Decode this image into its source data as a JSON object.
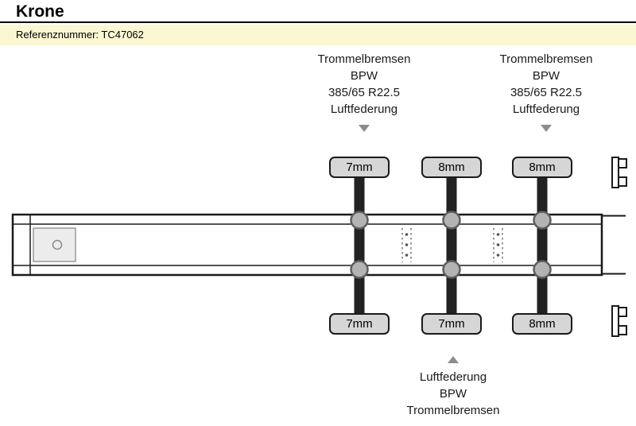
{
  "header": {
    "title": "Krone",
    "reference": "Referenznummer: TC47062"
  },
  "annotations": {
    "group1": [
      "Trommelbremsen",
      "BPW",
      "385/65 R22.5",
      "Luftfederung"
    ],
    "group2": [
      "Trommelbremsen",
      "BPW",
      "385/65 R22.5",
      "Luftfederung"
    ],
    "bottom": [
      "Luftfederung",
      "BPW",
      "Trommelbremsen"
    ]
  },
  "wheels": {
    "top": [
      "7mm",
      "8mm",
      "8mm"
    ],
    "bottom": [
      "7mm",
      "7mm",
      "8mm"
    ]
  },
  "colors": {
    "reference_bar": "#fbf7d2",
    "wheel_fill": "#d6d6d6",
    "axle": "#222222",
    "hub_fill": "#b3b3b3",
    "hub_stroke": "#5e5e5e",
    "arrow": "#8c8c8c",
    "outline": "#1a1a1a"
  }
}
